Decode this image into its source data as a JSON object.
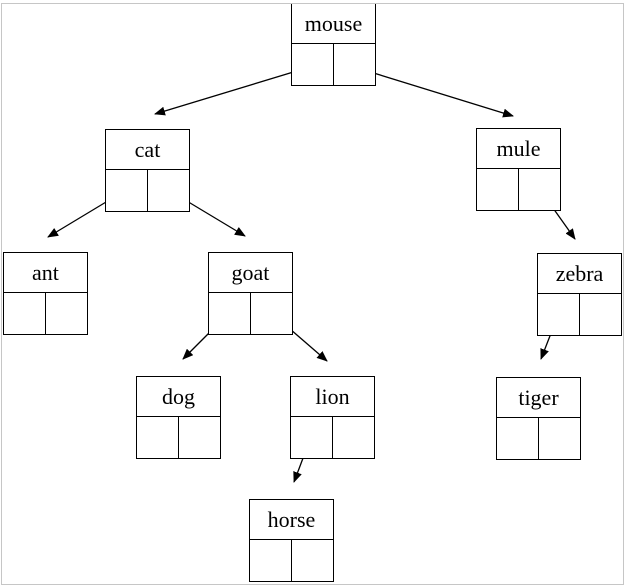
{
  "diagram": {
    "type": "binary-tree-of-linked-nodes",
    "nodes": [
      {
        "label": "mouse"
      },
      {
        "label": "cat"
      },
      {
        "label": "mule"
      },
      {
        "label": "ant"
      },
      {
        "label": "goat"
      },
      {
        "label": "zebra"
      },
      {
        "label": "dog"
      },
      {
        "label": "lion"
      },
      {
        "label": "tiger"
      },
      {
        "label": "horse"
      }
    ],
    "edges": [
      {
        "from": "mouse",
        "pointer": "left",
        "to": "cat"
      },
      {
        "from": "mouse",
        "pointer": "right",
        "to": "mule"
      },
      {
        "from": "cat",
        "pointer": "left",
        "to": "ant"
      },
      {
        "from": "cat",
        "pointer": "right",
        "to": "goat"
      },
      {
        "from": "mule",
        "pointer": "right",
        "to": "zebra"
      },
      {
        "from": "goat",
        "pointer": "left",
        "to": "dog"
      },
      {
        "from": "goat",
        "pointer": "right",
        "to": "lion"
      },
      {
        "from": "zebra",
        "pointer": "left",
        "to": "tiger"
      },
      {
        "from": "lion",
        "pointer": "left",
        "to": "horse"
      }
    ]
  }
}
